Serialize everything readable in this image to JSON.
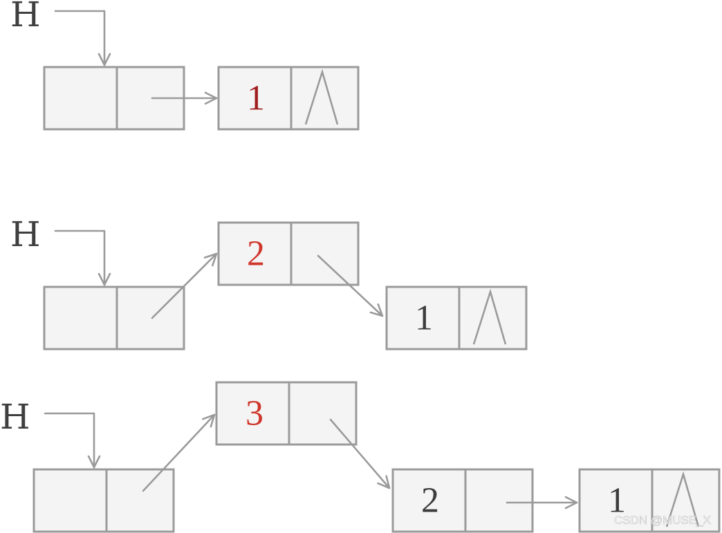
{
  "head_label": "H",
  "colors": {
    "new_node": "#d0362b",
    "first_insert": "#a11f1f",
    "existing": "#3c3c3c",
    "border": "#9a9a9a",
    "fill": "#f4f4f4"
  },
  "stages": [
    {
      "head": "H",
      "nodes": [
        {
          "value": "",
          "next": "pointer",
          "role": "head-node"
        },
        {
          "value": "1",
          "next": "null",
          "role": "new"
        }
      ]
    },
    {
      "head": "H",
      "nodes": [
        {
          "value": "",
          "next": "pointer",
          "role": "head-node"
        },
        {
          "value": "2",
          "next": "pointer",
          "role": "new"
        },
        {
          "value": "1",
          "next": "null",
          "role": "existing"
        }
      ]
    },
    {
      "head": "H",
      "nodes": [
        {
          "value": "",
          "next": "pointer",
          "role": "head-node"
        },
        {
          "value": "3",
          "next": "pointer",
          "role": "new"
        },
        {
          "value": "2",
          "next": "pointer",
          "role": "existing"
        },
        {
          "value": "1",
          "next": "null",
          "role": "existing"
        }
      ]
    }
  ],
  "watermark": "CSDN @MUSE_X"
}
